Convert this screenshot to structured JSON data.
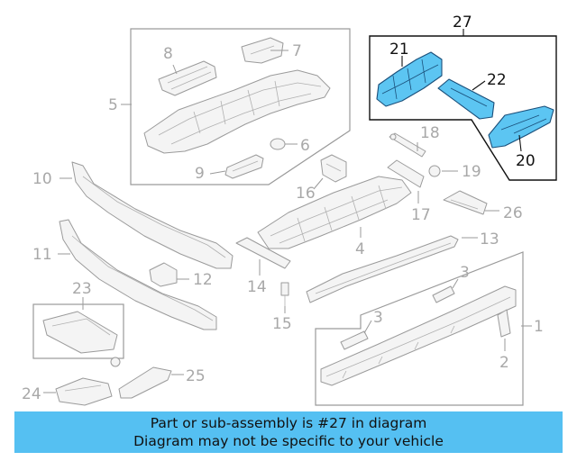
{
  "callouts": {
    "n1": "1",
    "n2": "2",
    "n3a": "3",
    "n3b": "3",
    "n4": "4",
    "n5": "5",
    "n6": "6",
    "n7": "7",
    "n8": "8",
    "n9": "9",
    "n10": "10",
    "n11": "11",
    "n12": "12",
    "n13": "13",
    "n14": "14",
    "n15": "15",
    "n16": "16",
    "n17": "17",
    "n18": "18",
    "n19": "19",
    "n20": "20",
    "n21": "21",
    "n22": "22",
    "n23": "23",
    "n24": "24",
    "n25": "25",
    "n26": "26",
    "n27": "27"
  },
  "highlight_color": "#5cc5f2",
  "banner": {
    "line1": "Part or sub-assembly is #27 in diagram",
    "line2": "Diagram may not be specific to your vehicle",
    "background": "#55c0f2"
  }
}
